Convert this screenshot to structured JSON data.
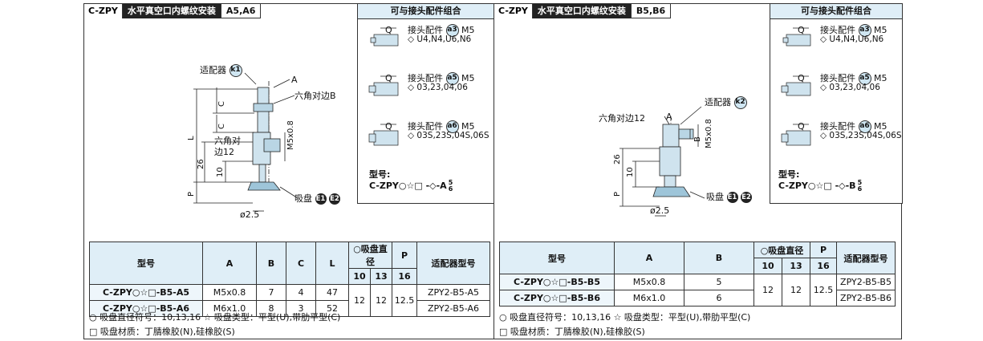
{
  "left": {
    "header": {
      "code": "C-ZPY",
      "title": "水平真空口内螺纹安装",
      "tag": "A5,A6"
    },
    "combo_title": "可与接头配件组合",
    "fittings": [
      {
        "label": "接头配件",
        "badge": "a3",
        "thread": "M5",
        "options": "◇ U4,N4,U6,N6",
        "q": "Q"
      },
      {
        "label": "接头配件",
        "badge": "a5",
        "thread": "M5",
        "options": "◇ 03,23,04,06",
        "q": "Q"
      },
      {
        "label": "接头配件",
        "badge": "a6",
        "thread": "M5",
        "options": "◇ 03S,23S,04S,06S",
        "q": "Q"
      }
    ],
    "model_label": "型号:",
    "model_code": "C-ZPY○☆□ -◇-A",
    "model_sup": "5",
    "model_sub": "6",
    "drawing": {
      "adapter": "适配器",
      "adapter_badge": "k1",
      "a": "A",
      "hex_b": "六角对边B",
      "c1": "C",
      "c2": "C",
      "hex12_a": "六角对",
      "hex12_b": "边12",
      "l": "L",
      "d26": "26",
      "d10": "10",
      "p": "P",
      "m5": "M5x0.8",
      "cup": "吸盘",
      "e1": "E1",
      "e2": "E2",
      "dia": "ø2.5"
    },
    "table": {
      "h_model": "型号",
      "h_a": "A",
      "h_b": "B",
      "h_c": "C",
      "h_l": "L",
      "h_dia": "○吸盘直径",
      "h_p": "P",
      "h_adapter": "适配器型号",
      "h_10": "10",
      "h_13": "13",
      "h_16": "16",
      "rows": [
        {
          "model": "C-ZPY○☆□-B5-A5",
          "a": "M5x0.8",
          "b": "7",
          "c": "4",
          "l": "47",
          "adapter": "ZPY2-B5-A5"
        },
        {
          "model": "C-ZPY○☆□-B5-A6",
          "a": "M6x1.0",
          "b": "8",
          "c": "3",
          "l": "52",
          "adapter": "ZPY2-B5-A6"
        }
      ],
      "p10": "12",
      "p13": "12",
      "p16": "12.5"
    },
    "note1": "○ 吸盘直径符号：10,13,16   ☆ 吸盘类型：平型(U),带肋平型(C)",
    "note2": "□ 吸盘材质：丁腈橡胶(N),硅橡胶(S)"
  },
  "right": {
    "header": {
      "code": "C-ZPY",
      "title": "水平真空口内螺纹安装",
      "tag": "B5,B6"
    },
    "combo_title": "可与接头配件组合",
    "fittings": [
      {
        "label": "接头配件",
        "badge": "a3",
        "thread": "M5",
        "options": "◇ U4,N4,U6,N6",
        "q": "Q"
      },
      {
        "label": "接头配件",
        "badge": "a5",
        "thread": "M5",
        "options": "◇ 03,23,04,06",
        "q": "Q"
      },
      {
        "label": "接头配件",
        "badge": "a6",
        "thread": "M5",
        "options": "◇ 03S,23S,04S,06S",
        "q": "Q"
      }
    ],
    "model_label": "型号:",
    "model_code": "C-ZPY○☆□ -◇-B",
    "model_sup": "5",
    "model_sub": "6",
    "drawing": {
      "adapter": "适配器",
      "adapter_badge": "k2",
      "a": "A",
      "b": "B",
      "hex12": "六角对边12",
      "d26": "26",
      "d10": "10",
      "p": "P",
      "m5": "M5x0.8",
      "cup": "吸盘",
      "e1": "E1",
      "e2": "E2",
      "dia": "ø2.5"
    },
    "table": {
      "h_model": "型号",
      "h_a": "A",
      "h_b": "B",
      "h_dia": "○吸盘直径",
      "h_p": "P",
      "h_adapter": "适配器型号",
      "h_10": "10",
      "h_13": "13",
      "h_16": "16",
      "rows": [
        {
          "model": "C-ZPY○☆□-B5-B5",
          "a": "M5x0.8",
          "b": "5",
          "adapter": "ZPY2-B5-B5"
        },
        {
          "model": "C-ZPY○☆□-B5-B6",
          "a": "M6x1.0",
          "b": "6",
          "adapter": "ZPY2-B5-B6"
        }
      ],
      "p10": "12",
      "p13": "12",
      "p16": "12.5"
    },
    "note1": "○ 吸盘直径符号：10,13,16   ☆ 吸盘类型：平型(U),带肋平型(C)",
    "note2": "□ 吸盘材质：丁腈橡胶(N),硅橡胶(S)"
  }
}
